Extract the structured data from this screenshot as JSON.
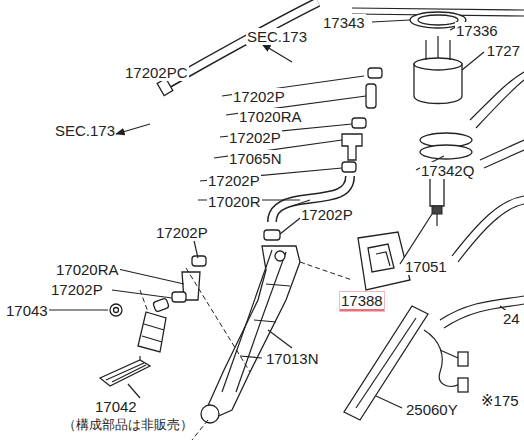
{
  "diagram": {
    "labels": [
      "SEC.173",
      "17343",
      "17336",
      "1727",
      "17202PC",
      "17202P",
      "17020RA",
      "17202P",
      "SEC.173",
      "17065N",
      "17202P",
      "17020R",
      "17342Q",
      "17202P",
      "17202P",
      "17051",
      "17020RA",
      "17202P",
      "17388",
      "17043",
      "24",
      "17013N",
      "※175",
      "25060Y",
      "17042",
      "（構成部品は非販売）"
    ]
  }
}
